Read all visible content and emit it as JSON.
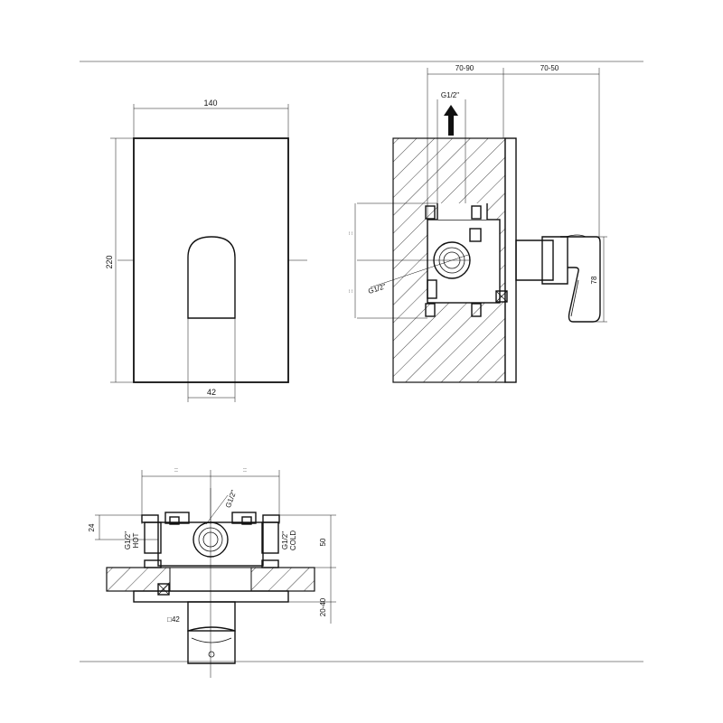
{
  "front_view": {
    "width_dim": "140",
    "height_dim": "220",
    "lever_dim": "42"
  },
  "side_view": {
    "depth_body_dim": "70-90",
    "depth_lever_dim": "70-50",
    "lever_height_dim": "78",
    "inlet_label_top": "G1/2\"",
    "inlet_label_mid": "G1/2\"",
    "dim_marks": [
      "::",
      "::"
    ]
  },
  "top_view": {
    "port_label_center": "G1/2\"",
    "port_label_left_line1": "G1/2\"",
    "port_label_left_line2": "HOT",
    "port_label_right_line1": "G1/2\"",
    "port_label_right_line2": "COLD",
    "dim_left": "24",
    "dim_right_height": "50",
    "dim_right_depth": "20-40",
    "dim_square": "□42",
    "dim_marks": [
      "::",
      "::"
    ]
  },
  "colors": {
    "line": "#111111",
    "background": "#ffffff"
  }
}
